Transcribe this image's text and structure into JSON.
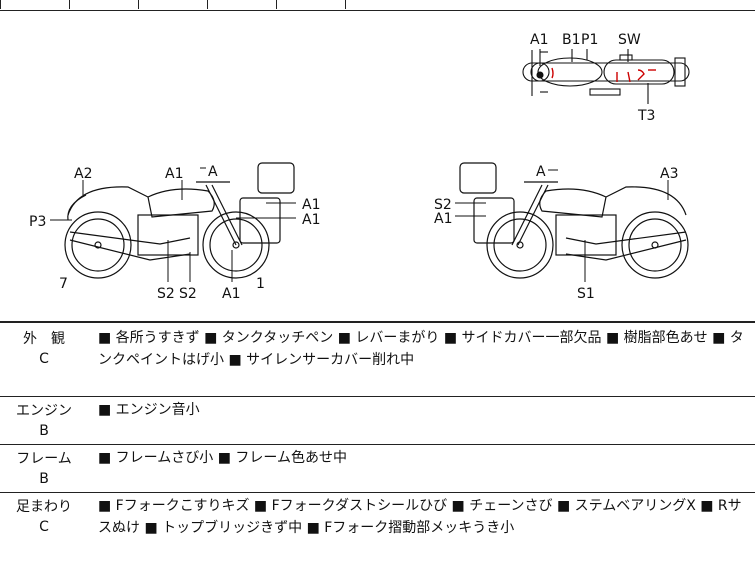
{
  "diagram": {
    "top_labels": [
      "A1",
      "B1",
      "P1",
      "SW",
      "T3"
    ],
    "left_labels": [
      "A2",
      "A1",
      "A",
      "A1",
      "A1",
      "P3",
      "7",
      "S2",
      "S2",
      "A1",
      "1"
    ],
    "right_labels": [
      "A",
      "A3",
      "S2",
      "A1",
      "S1"
    ]
  },
  "rows": [
    {
      "category": "外　観",
      "grade": "C",
      "text": "■ 各所うすきず ■ タンクタッチペン ■ レバーまがり ■ サイドカバー一部欠品 ■ 樹脂部色あせ ■ タンクペイントはげ小 ■ サイレンサーカバー削れ中"
    },
    {
      "category": "エンジン",
      "grade": "B",
      "text": "■ エンジン音小"
    },
    {
      "category": "フレーム",
      "grade": "B",
      "text": "■ フレームさび小 ■ フレーム色あせ中"
    },
    {
      "category": "足まわり",
      "grade": "C",
      "text": "■ Fフォークこすりキズ ■ Fフォークダストシールひび ■ チェーンさび ■ ステムベアリングX ■ Rサスぬけ ■ トップブリッジきず中 ■ Fフォーク摺動部メッキうき小"
    }
  ]
}
